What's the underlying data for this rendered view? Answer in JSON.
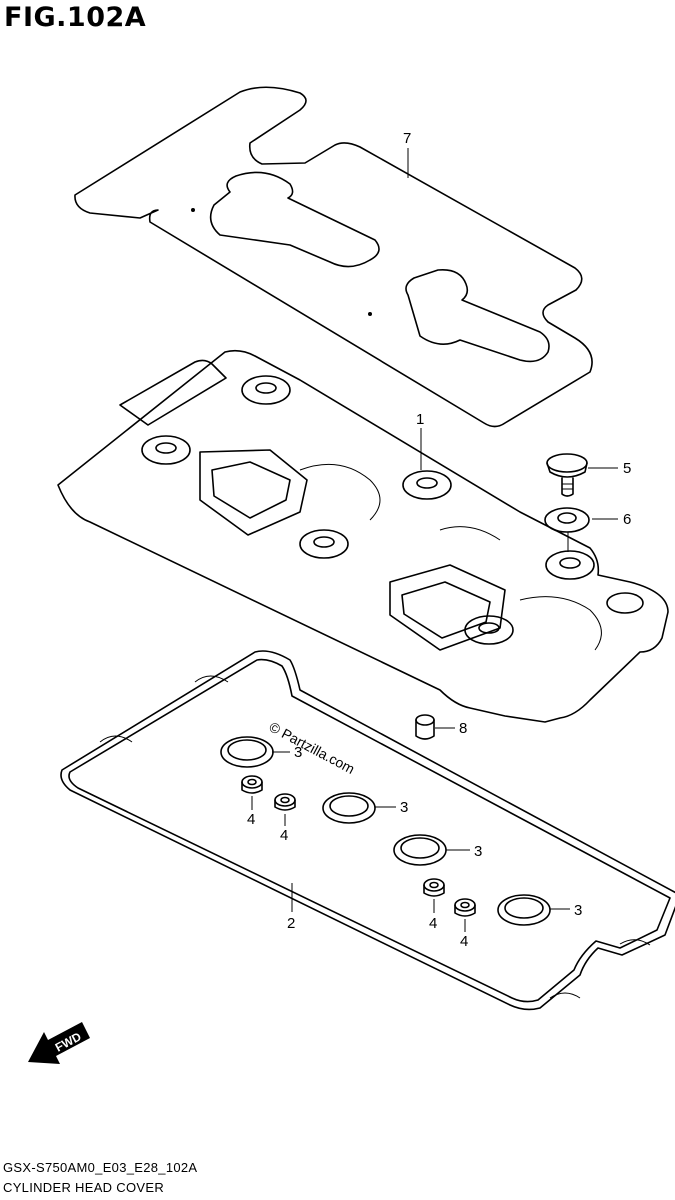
{
  "figure": {
    "title": "FIG.102A",
    "code": "GSX-S750AM0_E03_E28_102A",
    "name": "CYLINDER HEAD COVER"
  },
  "watermark": "© Partzilla.com",
  "fwd_label": "FWD",
  "callouts": [
    "7",
    "1",
    "5",
    "6",
    "8",
    "3",
    "3",
    "3",
    "3",
    "4",
    "4",
    "4",
    "4",
    "2"
  ]
}
